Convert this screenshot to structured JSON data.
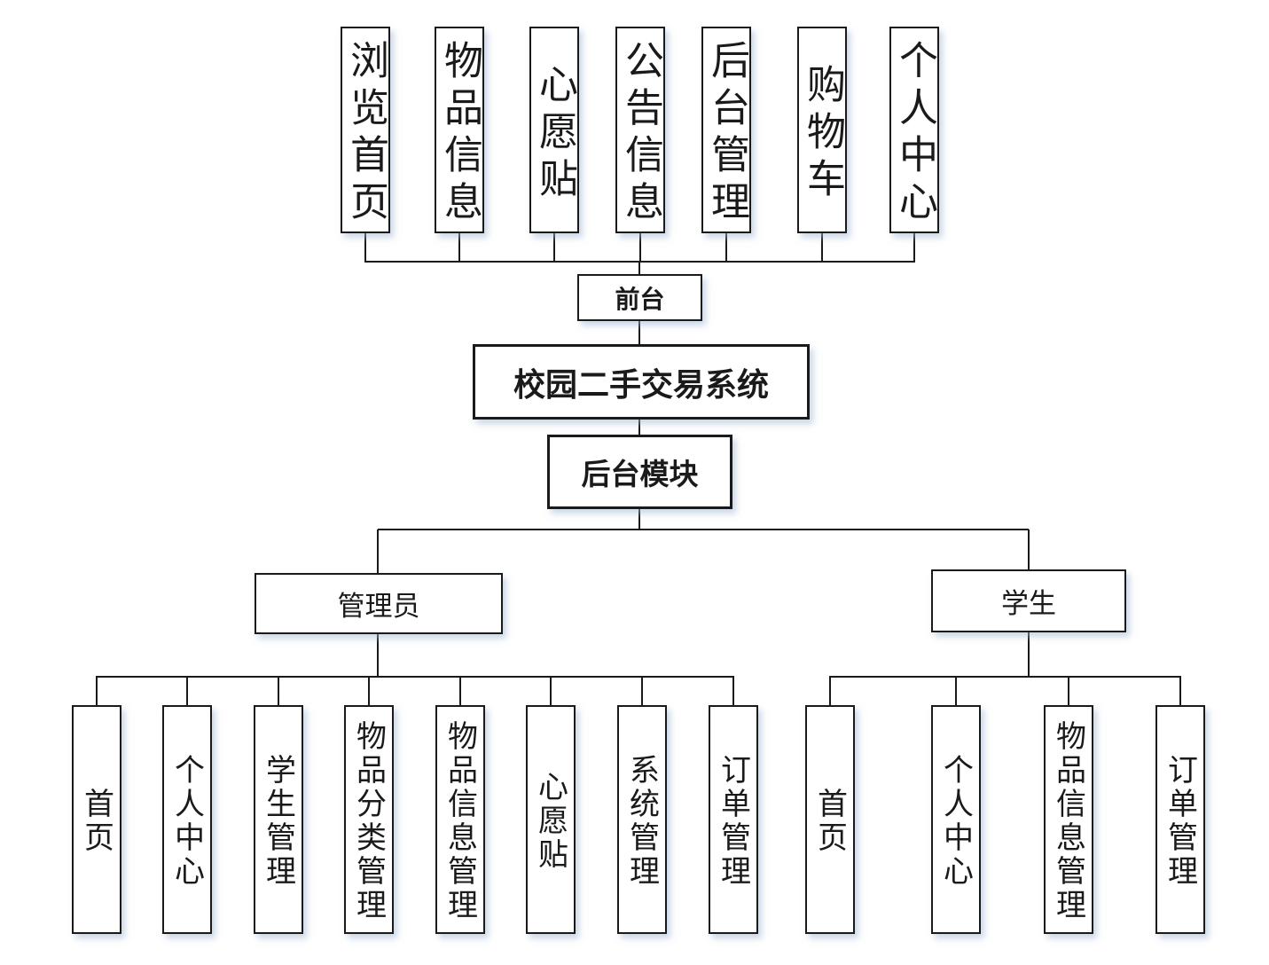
{
  "colors": {
    "line": "#1a1a1a",
    "box_background": "#ffffff",
    "shadow": "#a0b6d6"
  },
  "root": {
    "label": "校园二手交易系统"
  },
  "front": {
    "label": "前台",
    "children": [
      "浏览首页",
      "物品信息",
      "心愿贴",
      "公告信息",
      "后台管理",
      "购物车",
      "个人中心"
    ]
  },
  "back": {
    "label": "后台模块"
  },
  "admin": {
    "label": "管理员",
    "children": [
      "首页",
      "个人中心",
      "学生管理",
      "物品分类管理",
      "物品信息管理",
      "心愿贴",
      "系统管理",
      "订单管理"
    ]
  },
  "student": {
    "label": "学生",
    "children": [
      "首页",
      "个人中心",
      "物品信息管理",
      "订单管理"
    ]
  }
}
